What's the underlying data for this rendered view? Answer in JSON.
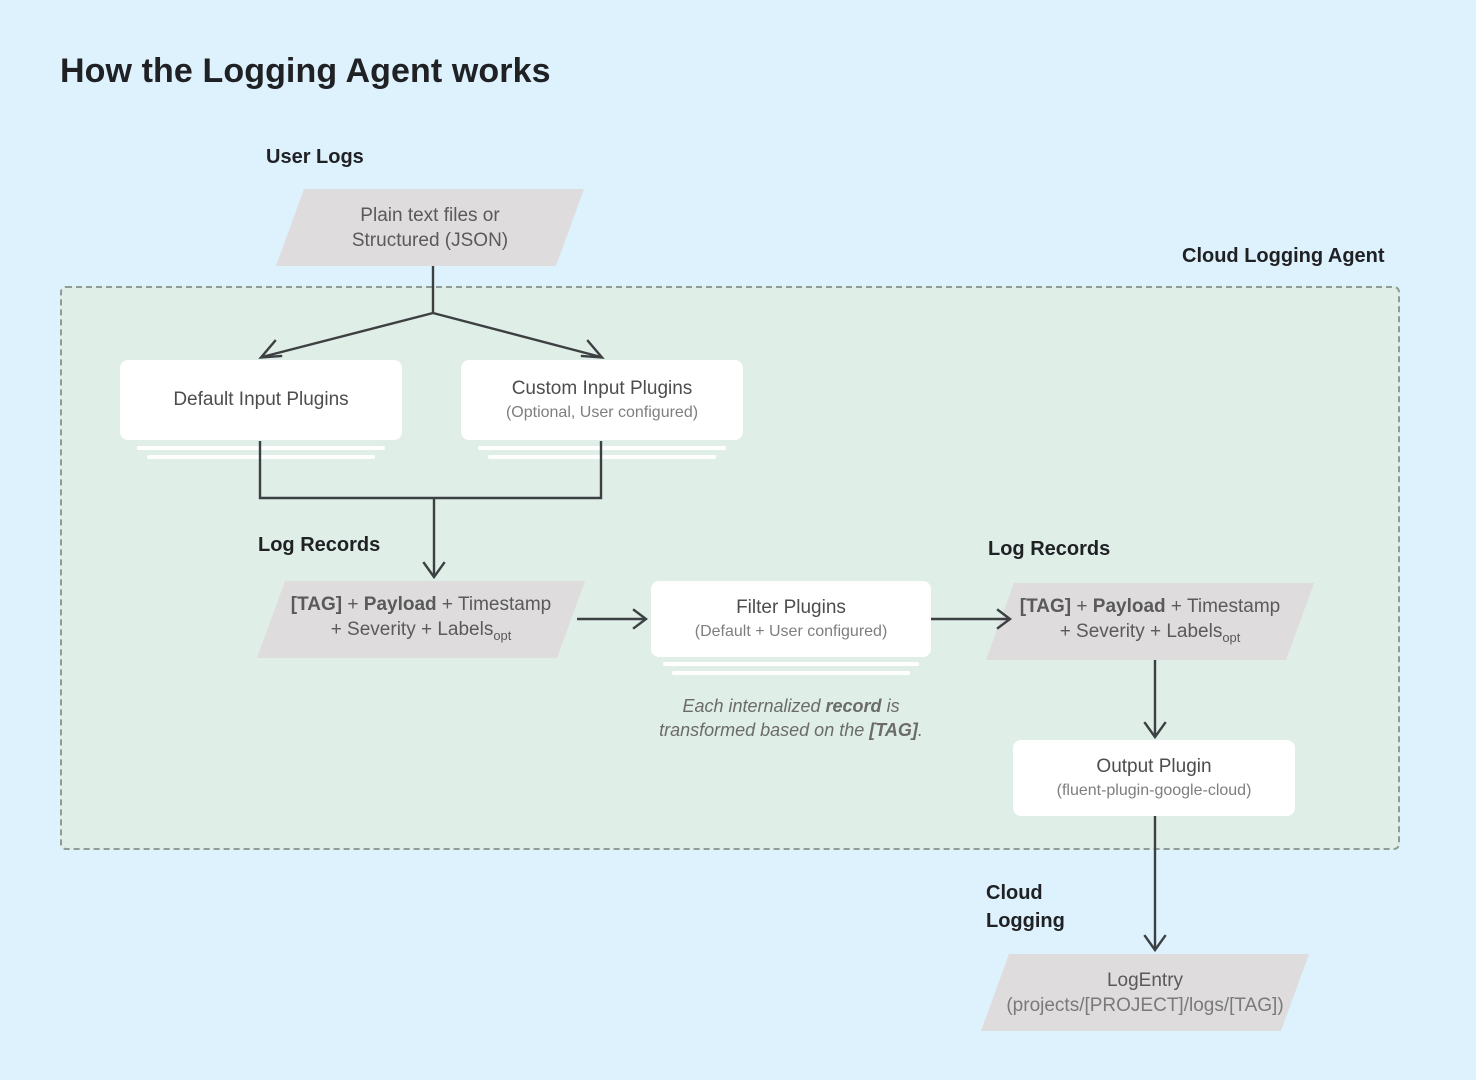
{
  "page": {
    "title": "How the Logging Agent works",
    "bg_color": "#ddf2fc",
    "agent_panel_color": "#dfeee6",
    "parallelogram_color": "#dedcdc",
    "card_color": "#ffffff",
    "line_color": "#3c4043"
  },
  "labels": {
    "user_logs": "User Logs",
    "cloud_logging_agent": "Cloud Logging Agent",
    "log_records_left": "Log Records",
    "log_records_right": "Log Records",
    "cloud_logging": "Cloud\nLogging"
  },
  "nodes": {
    "user_logs_source": {
      "line1": "Plain text files or",
      "line2": "Structured (JSON)",
      "shape": "parallelogram"
    },
    "default_input_plugins": {
      "line1": "Default Input Plugins",
      "line2": "",
      "shape": "card-stacked"
    },
    "custom_input_plugins": {
      "line1": "Custom Input Plugins",
      "line2": "(Optional, User configured)",
      "shape": "card-stacked"
    },
    "log_record_left": {
      "line1_a": "[TAG]",
      "line1_b": " + ",
      "line1_c": "Payload",
      "line1_d": " + Timestamp",
      "line2": "+ Severity + Labels",
      "line2_sub": "opt",
      "shape": "parallelogram"
    },
    "filter_plugins": {
      "line1": "Filter Plugins",
      "line2": "(Default + User configured)",
      "shape": "card-stacked"
    },
    "log_record_right": {
      "line1_a": "[TAG]",
      "line1_b": " + ",
      "line1_c": "Payload",
      "line1_d": " + Timestamp",
      "line2": "+ Severity + Labels",
      "line2_sub": "opt",
      "shape": "parallelogram"
    },
    "output_plugin": {
      "line1": "Output Plugin",
      "line2": "(fluent-plugin-google-cloud)",
      "shape": "card"
    },
    "log_entry": {
      "line1": "LogEntry",
      "line2": "(projects/[PROJECT]/logs/[TAG])",
      "shape": "parallelogram"
    }
  },
  "annotations": {
    "transform_note_a": "Each internalized ",
    "transform_note_b": "record",
    "transform_note_c": " is",
    "transform_note_d": "transformed based on the ",
    "transform_note_e": "[TAG]",
    "transform_note_f": "."
  }
}
